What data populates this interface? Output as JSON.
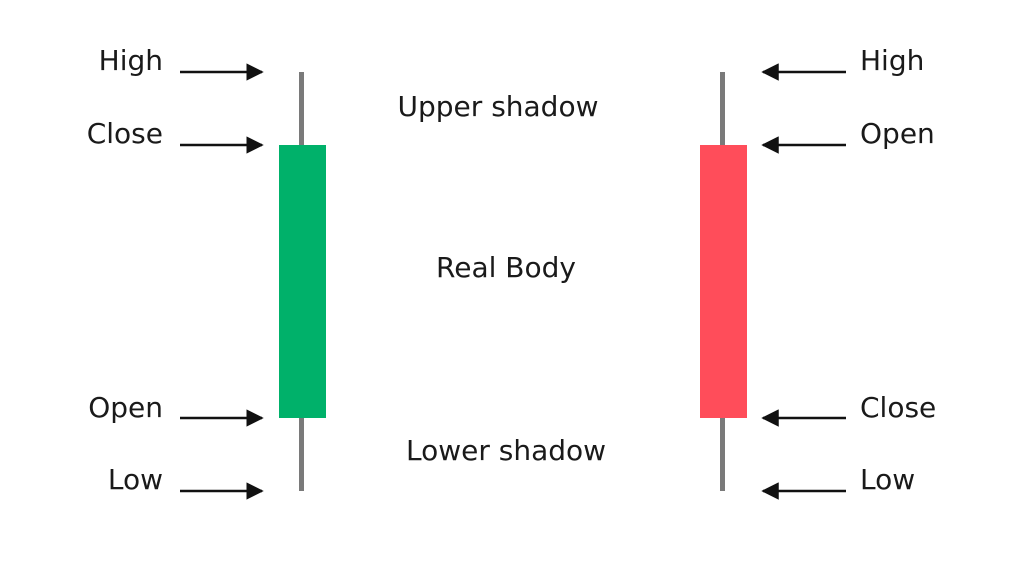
{
  "bullish_candle": {
    "color": "#00b16a",
    "wick_color": "#7a7a7a",
    "labels": {
      "top": "High",
      "body_top": "Close",
      "body_bottom": "Open",
      "bottom": "Low"
    }
  },
  "bearish_candle": {
    "color": "#ff4d5a",
    "wick_color": "#7a7a7a",
    "labels": {
      "top": "High",
      "body_top": "Open",
      "body_bottom": "Close",
      "bottom": "Low"
    }
  },
  "center_labels": {
    "upper_shadow": "Upper shadow",
    "real_body": "Real Body",
    "lower_shadow": "Lower shadow"
  },
  "arrow_color": "#111111"
}
